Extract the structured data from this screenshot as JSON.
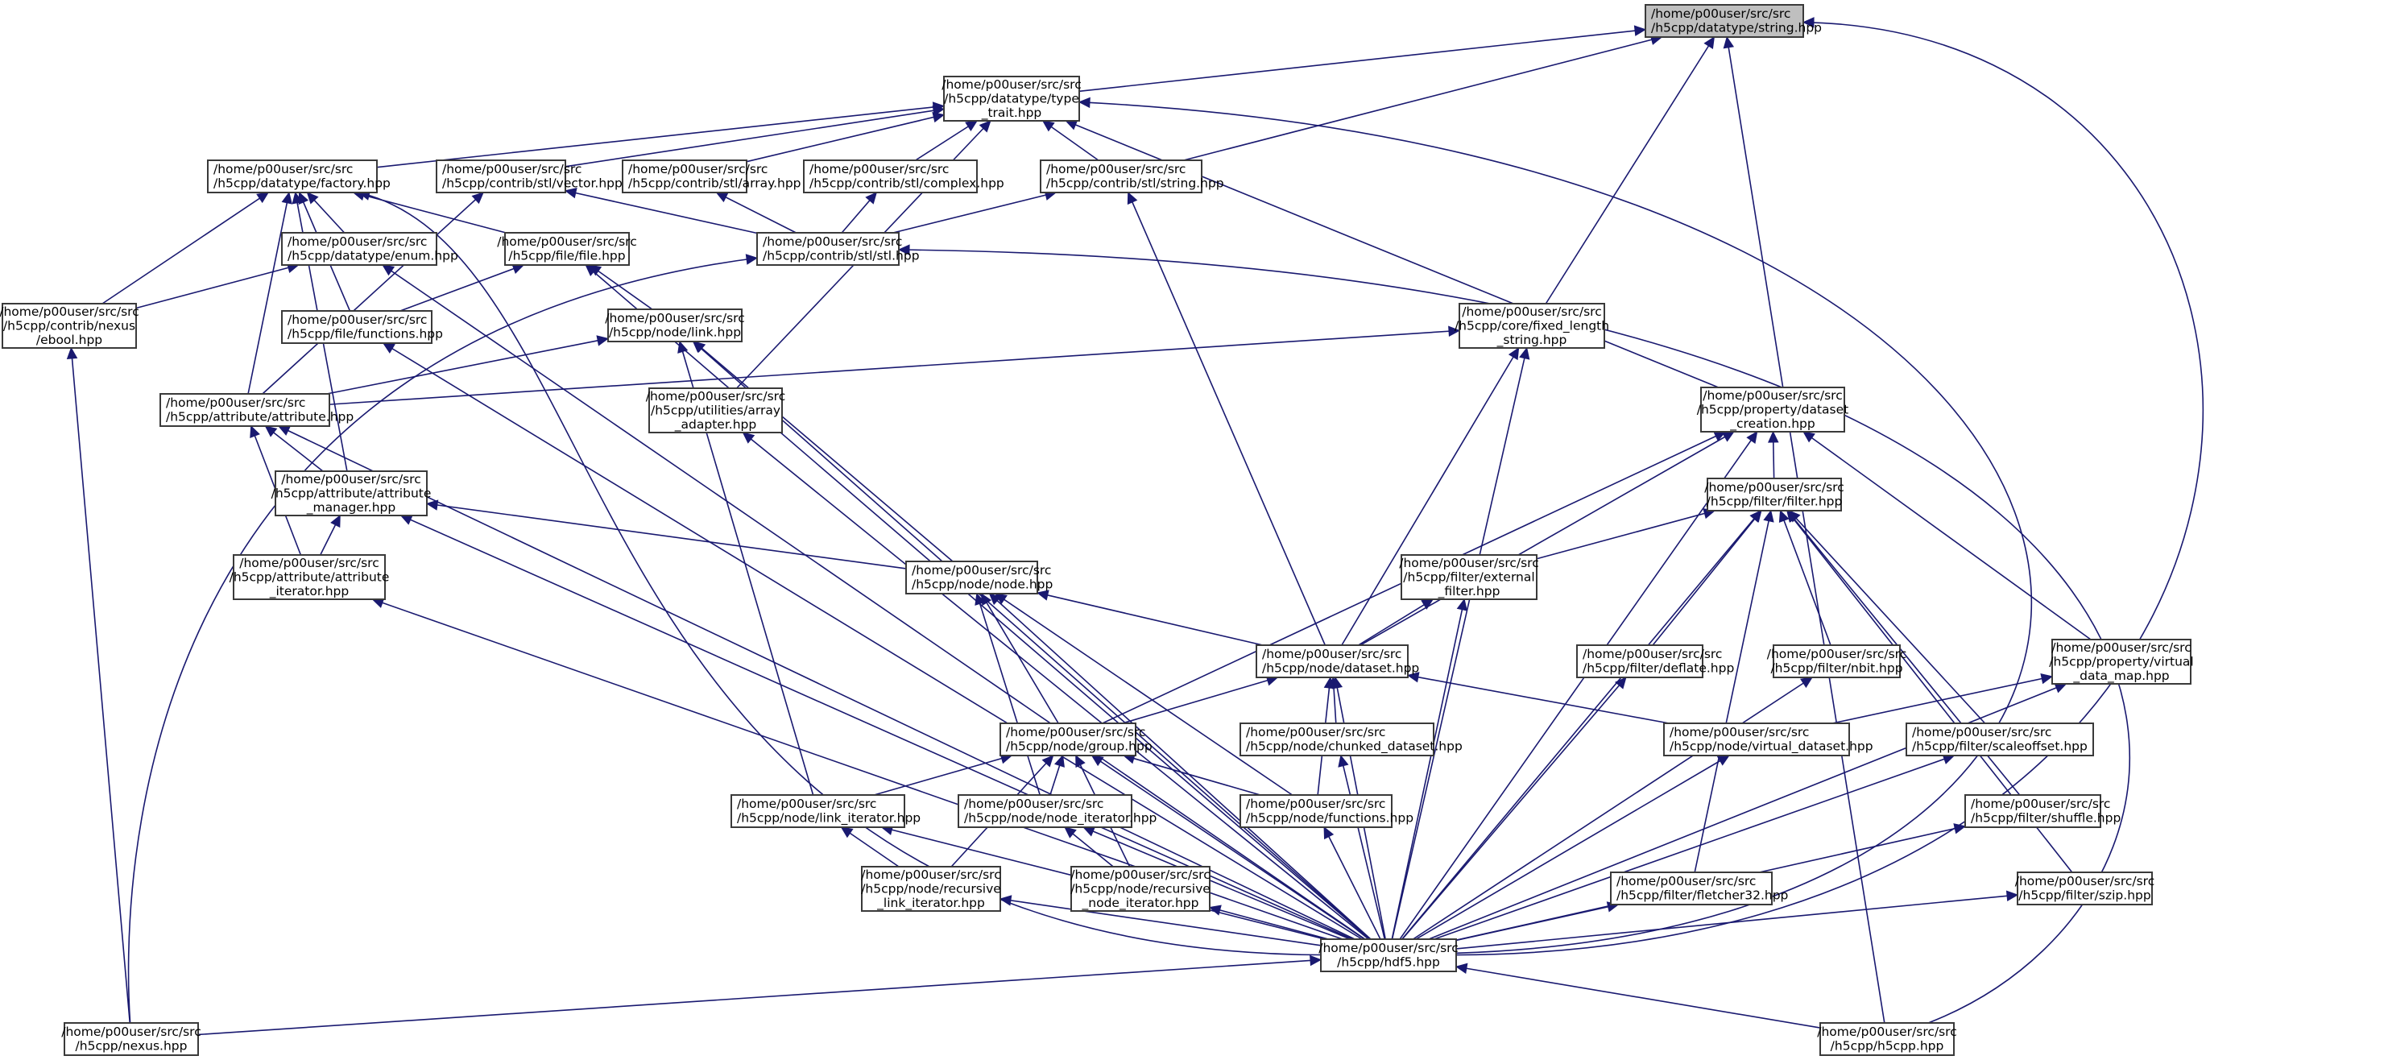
{
  "graph": {
    "title": "Include dependency graph for /home/p00user/src/src/h5cpp/datatype/string.hpp",
    "root": "string",
    "colors": {
      "edge": "#191970",
      "root_fill": "#bfbfbf",
      "node_fill": "#ffffff",
      "node_border": "#3a3a3a"
    },
    "nodes": [
      {
        "id": "string",
        "lines": [
          "/home/p00user/src/src",
          "/h5cpp/datatype/string.hpp"
        ],
        "align": "left"
      },
      {
        "id": "type_trait",
        "lines": [
          "/home/p00user/src/src",
          "/h5cpp/datatype/type",
          "_trait.hpp"
        ],
        "align": "center"
      },
      {
        "id": "factory",
        "lines": [
          "/home/p00user/src/src",
          "/h5cpp/datatype/factory.hpp"
        ],
        "align": "left"
      },
      {
        "id": "vector",
        "lines": [
          "/home/p00user/src/src",
          "/h5cpp/contrib/stl/vector.hpp"
        ],
        "align": "left"
      },
      {
        "id": "array",
        "lines": [
          "/home/p00user/src/src",
          "/h5cpp/contrib/stl/array.hpp"
        ],
        "align": "left"
      },
      {
        "id": "complex",
        "lines": [
          "/home/p00user/src/src",
          "/h5cpp/contrib/stl/complex.hpp"
        ],
        "align": "left"
      },
      {
        "id": "stl_string",
        "lines": [
          "/home/p00user/src/src",
          "/h5cpp/contrib/stl/string.hpp"
        ],
        "align": "left"
      },
      {
        "id": "enum",
        "lines": [
          "/home/p00user/src/src",
          "/h5cpp/datatype/enum.hpp"
        ],
        "align": "left"
      },
      {
        "id": "file",
        "lines": [
          "/home/p00user/src/src",
          "/h5cpp/file/file.hpp"
        ],
        "align": "center"
      },
      {
        "id": "stl",
        "lines": [
          "/home/p00user/src/src",
          "/h5cpp/contrib/stl/stl.hpp"
        ],
        "align": "left"
      },
      {
        "id": "ebool",
        "lines": [
          "/home/p00user/src/src",
          "/h5cpp/contrib/nexus",
          "/ebool.hpp"
        ],
        "align": "center"
      },
      {
        "id": "file_functions",
        "lines": [
          "/home/p00user/src/src",
          "/h5cpp/file/functions.hpp"
        ],
        "align": "left"
      },
      {
        "id": "link",
        "lines": [
          "/home/p00user/src/src",
          "/h5cpp/node/link.hpp"
        ],
        "align": "center"
      },
      {
        "id": "fixed_length",
        "lines": [
          "/home/p00user/src/src",
          "/h5cpp/core/fixed_length",
          "_string.hpp"
        ],
        "align": "center"
      },
      {
        "id": "attribute",
        "lines": [
          "/home/p00user/src/src",
          "/h5cpp/attribute/attribute.hpp"
        ],
        "align": "left"
      },
      {
        "id": "array_adapter",
        "lines": [
          "/home/p00user/src/src",
          "/h5cpp/utilities/array",
          "_adapter.hpp"
        ],
        "align": "center"
      },
      {
        "id": "dataset_creation",
        "lines": [
          "/home/p00user/src/src",
          "/h5cpp/property/dataset",
          "_creation.hpp"
        ],
        "align": "center"
      },
      {
        "id": "attribute_manager",
        "lines": [
          "/home/p00user/src/src",
          "/h5cpp/attribute/attribute",
          "_manager.hpp"
        ],
        "align": "center"
      },
      {
        "id": "filter",
        "lines": [
          "/home/p00user/src/src",
          "/h5cpp/filter/filter.hpp"
        ],
        "align": "center"
      },
      {
        "id": "attribute_iterator",
        "lines": [
          "/home/p00user/src/src",
          "/h5cpp/attribute/attribute",
          "_iterator.hpp"
        ],
        "align": "center"
      },
      {
        "id": "node",
        "lines": [
          "/home/p00user/src/src",
          "/h5cpp/node/node.hpp"
        ],
        "align": "left"
      },
      {
        "id": "external_filter",
        "lines": [
          "/home/p00user/src/src",
          "/h5cpp/filter/external",
          "_filter.hpp"
        ],
        "align": "center"
      },
      {
        "id": "dataset",
        "lines": [
          "/home/p00user/src/src",
          "/h5cpp/node/dataset.hpp"
        ],
        "align": "left"
      },
      {
        "id": "deflate",
        "lines": [
          "/home/p00user/src/src",
          "/h5cpp/filter/deflate.hpp"
        ],
        "align": "left"
      },
      {
        "id": "nbit",
        "lines": [
          "/home/p00user/src/src",
          "/h5cpp/filter/nbit.hpp"
        ],
        "align": "center"
      },
      {
        "id": "virtual_data_map",
        "lines": [
          "/home/p00user/src/src",
          "/h5cpp/property/virtual",
          "_data_map.hpp"
        ],
        "align": "center"
      },
      {
        "id": "group",
        "lines": [
          "/home/p00user/src/src",
          "/h5cpp/node/group.hpp"
        ],
        "align": "left"
      },
      {
        "id": "chunked_dataset",
        "lines": [
          "/home/p00user/src/src",
          "/h5cpp/node/chunked_dataset.hpp"
        ],
        "align": "left"
      },
      {
        "id": "virtual_dataset",
        "lines": [
          "/home/p00user/src/src",
          "/h5cpp/node/virtual_dataset.hpp"
        ],
        "align": "left"
      },
      {
        "id": "scaleoffset",
        "lines": [
          "/home/p00user/src/src",
          "/h5cpp/filter/scaleoffset.hpp"
        ],
        "align": "left"
      },
      {
        "id": "link_iterator",
        "lines": [
          "/home/p00user/src/src",
          "/h5cpp/node/link_iterator.hpp"
        ],
        "align": "left"
      },
      {
        "id": "node_iterator",
        "lines": [
          "/home/p00user/src/src",
          "/h5cpp/node/node_iterator.hpp"
        ],
        "align": "left"
      },
      {
        "id": "node_functions",
        "lines": [
          "/home/p00user/src/src",
          "/h5cpp/node/functions.hpp"
        ],
        "align": "left"
      },
      {
        "id": "shuffle",
        "lines": [
          "/home/p00user/src/src",
          "/h5cpp/filter/shuffle.hpp"
        ],
        "align": "left"
      },
      {
        "id": "recursive_link_iterator",
        "lines": [
          "/home/p00user/src/src",
          "/h5cpp/node/recursive",
          "_link_iterator.hpp"
        ],
        "align": "center"
      },
      {
        "id": "recursive_node_iterator",
        "lines": [
          "/home/p00user/src/src",
          "/h5cpp/node/recursive",
          "_node_iterator.hpp"
        ],
        "align": "center"
      },
      {
        "id": "fletcher32",
        "lines": [
          "/home/p00user/src/src",
          "/h5cpp/filter/fletcher32.hpp"
        ],
        "align": "left"
      },
      {
        "id": "szip",
        "lines": [
          "/home/p00user/src/src",
          "/h5cpp/filter/szip.hpp"
        ],
        "align": "center"
      },
      {
        "id": "hdf5",
        "lines": [
          "/home/p00user/src/src",
          "/h5cpp/hdf5.hpp"
        ],
        "align": "center"
      },
      {
        "id": "nexus",
        "lines": [
          "/home/p00user/src/src",
          "/h5cpp/nexus.hpp"
        ],
        "align": "center"
      },
      {
        "id": "h5cpp",
        "lines": [
          "/home/p00user/src/src",
          "/h5cpp/h5cpp.hpp"
        ],
        "align": "center"
      }
    ],
    "edges": [
      [
        "type_trait",
        "string"
      ],
      [
        "stl_string",
        "string"
      ],
      [
        "fixed_length",
        "string"
      ],
      [
        "hdf5",
        "string"
      ],
      [
        "h5cpp",
        "string"
      ],
      [
        "factory",
        "type_trait"
      ],
      [
        "vector",
        "type_trait"
      ],
      [
        "array",
        "type_trait"
      ],
      [
        "complex",
        "type_trait"
      ],
      [
        "stl_string",
        "type_trait"
      ],
      [
        "array_adapter",
        "type_trait"
      ],
      [
        "dataset_creation",
        "type_trait"
      ],
      [
        "hdf5",
        "type_trait"
      ],
      [
        "enum",
        "factory"
      ],
      [
        "file_functions",
        "factory"
      ],
      [
        "file",
        "factory"
      ],
      [
        "ebool",
        "factory"
      ],
      [
        "attribute",
        "factory"
      ],
      [
        "attribute_manager",
        "factory"
      ],
      [
        "hdf5",
        "factory"
      ],
      [
        "attribute",
        "vector"
      ],
      [
        "stl",
        "vector"
      ],
      [
        "stl",
        "array"
      ],
      [
        "stl",
        "complex"
      ],
      [
        "stl",
        "stl_string"
      ],
      [
        "dataset",
        "stl_string"
      ],
      [
        "ebool",
        "enum"
      ],
      [
        "hdf5",
        "enum"
      ],
      [
        "file_functions",
        "file"
      ],
      [
        "link",
        "file"
      ],
      [
        "hdf5",
        "file"
      ],
      [
        "nexus",
        "stl"
      ],
      [
        "h5cpp",
        "stl"
      ],
      [
        "nexus",
        "ebool"
      ],
      [
        "hdf5",
        "file_functions"
      ],
      [
        "attribute",
        "link"
      ],
      [
        "hdf5",
        "link"
      ],
      [
        "node",
        "link"
      ],
      [
        "link_iterator",
        "link"
      ],
      [
        "attribute",
        "fixed_length"
      ],
      [
        "dataset",
        "fixed_length"
      ],
      [
        "hdf5",
        "fixed_length"
      ],
      [
        "attribute_manager",
        "attribute"
      ],
      [
        "attribute_iterator",
        "attribute"
      ],
      [
        "hdf5",
        "attribute"
      ],
      [
        "hdf5",
        "array_adapter"
      ],
      [
        "filter",
        "dataset_creation"
      ],
      [
        "dataset",
        "dataset_creation"
      ],
      [
        "group",
        "dataset_creation"
      ],
      [
        "virtual_data_map",
        "dataset_creation"
      ],
      [
        "hdf5",
        "dataset_creation"
      ],
      [
        "attribute_iterator",
        "attribute_manager"
      ],
      [
        "node",
        "attribute_manager"
      ],
      [
        "hdf5",
        "attribute_manager"
      ],
      [
        "external_filter",
        "filter"
      ],
      [
        "deflate",
        "filter"
      ],
      [
        "nbit",
        "filter"
      ],
      [
        "scaleoffset",
        "filter"
      ],
      [
        "shuffle",
        "filter"
      ],
      [
        "fletcher32",
        "filter"
      ],
      [
        "szip",
        "filter"
      ],
      [
        "hdf5",
        "filter"
      ],
      [
        "hdf5",
        "attribute_iterator"
      ],
      [
        "dataset",
        "node"
      ],
      [
        "group",
        "node"
      ],
      [
        "node_iterator",
        "node"
      ],
      [
        "node_functions",
        "node"
      ],
      [
        "hdf5",
        "node"
      ],
      [
        "dataset",
        "external_filter"
      ],
      [
        "hdf5",
        "external_filter"
      ],
      [
        "group",
        "dataset"
      ],
      [
        "chunked_dataset",
        "dataset"
      ],
      [
        "virtual_dataset",
        "dataset"
      ],
      [
        "node_functions",
        "dataset"
      ],
      [
        "hdf5",
        "dataset"
      ],
      [
        "hdf5",
        "deflate"
      ],
      [
        "hdf5",
        "nbit"
      ],
      [
        "virtual_dataset",
        "virtual_data_map"
      ],
      [
        "hdf5",
        "virtual_data_map"
      ],
      [
        "link_iterator",
        "group"
      ],
      [
        "node_iterator",
        "group"
      ],
      [
        "node_functions",
        "group"
      ],
      [
        "recursive_link_iterator",
        "group"
      ],
      [
        "recursive_node_iterator",
        "group"
      ],
      [
        "hdf5",
        "group"
      ],
      [
        "hdf5",
        "chunked_dataset"
      ],
      [
        "hdf5",
        "virtual_dataset"
      ],
      [
        "hdf5",
        "scaleoffset"
      ],
      [
        "recursive_link_iterator",
        "link_iterator"
      ],
      [
        "hdf5",
        "link_iterator"
      ],
      [
        "recursive_node_iterator",
        "node_iterator"
      ],
      [
        "hdf5",
        "node_iterator"
      ],
      [
        "hdf5",
        "node_functions"
      ],
      [
        "hdf5",
        "shuffle"
      ],
      [
        "hdf5",
        "recursive_link_iterator"
      ],
      [
        "hdf5",
        "recursive_node_iterator"
      ],
      [
        "hdf5",
        "fletcher32"
      ],
      [
        "hdf5",
        "szip"
      ],
      [
        "nexus",
        "hdf5"
      ],
      [
        "h5cpp",
        "hdf5"
      ]
    ]
  }
}
